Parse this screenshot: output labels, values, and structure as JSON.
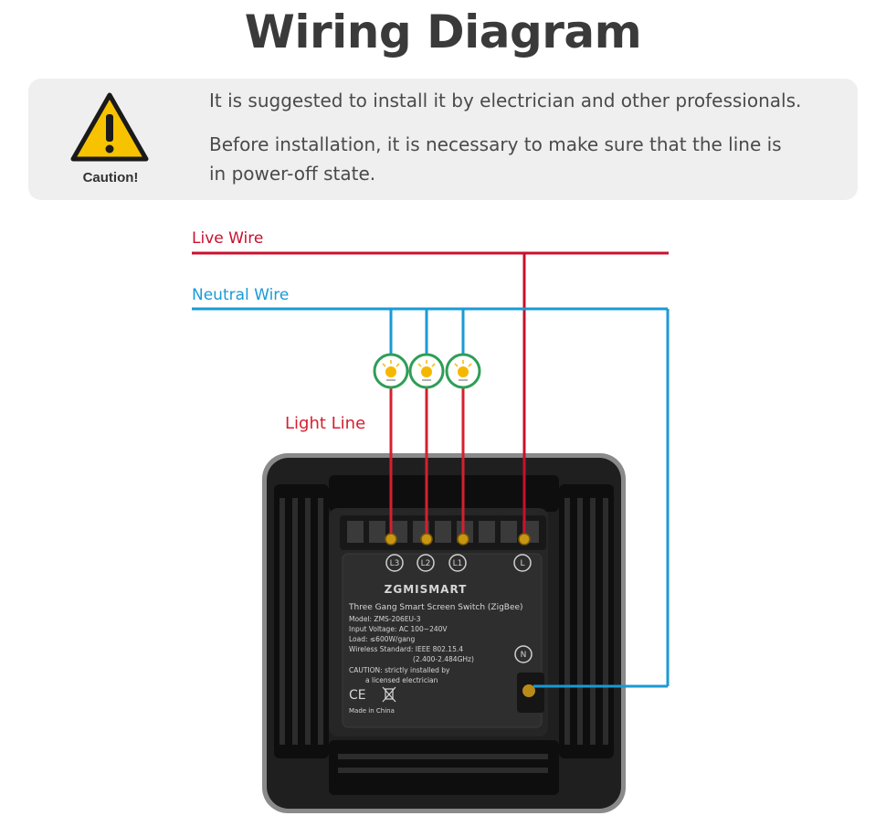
{
  "title": "Wiring Diagram",
  "caution": {
    "label": "Caution!",
    "line1": "It is suggested to install it by electrician and other professionals.",
    "line2": "Before installation, it is necessary to make sure that the line is in power-off state."
  },
  "wires": {
    "live": "Live Wire",
    "neutral": "Neutral Wire",
    "light": "Light Line"
  },
  "terminals": [
    "L3",
    "L2",
    "L1",
    "L",
    "N"
  ],
  "device": {
    "brand": "ZGMISMART",
    "name": "Three Gang Smart Screen Switch (ZigBee)",
    "model": "Model: ZMS-206EU-3",
    "voltage": "Input Voltage: AC 100~240V",
    "load": "Load: ≤600W/gang",
    "wireless": "Wireless Standard: IEEE 802.15.4",
    "freq": "(2.400-2.484GHz)",
    "caution1": "CAUTION: strictly installed by",
    "caution2": "a licensed electrician",
    "marks": "CE",
    "origin": "Made in China"
  },
  "colors": {
    "live": "#c8102e",
    "neutral": "#1a9ad6",
    "bulb_ring": "#2e9e57",
    "bulb": "#f5b800"
  }
}
